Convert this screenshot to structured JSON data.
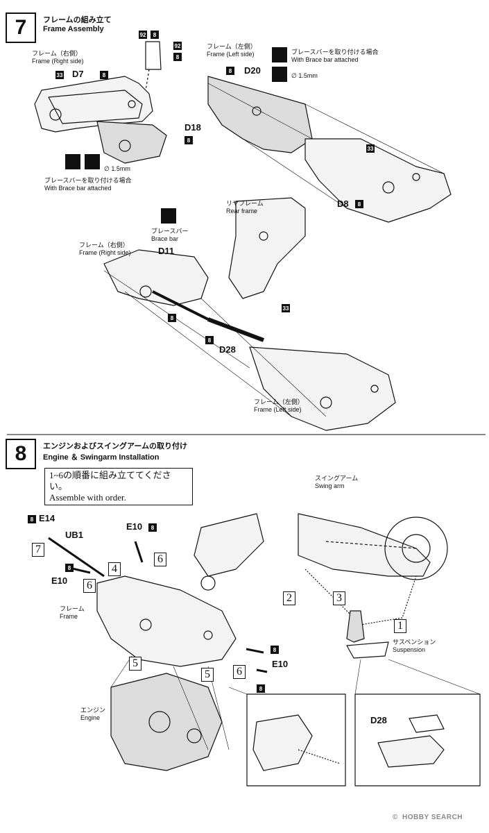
{
  "step7": {
    "number": "7",
    "title_jp": "フレームの組み立て",
    "title_en": "Frame Assembly",
    "frame_right_jp": "フレーム（右側）",
    "frame_right_en": "Frame (Right side)",
    "frame_left_jp": "フレーム（左側）",
    "frame_left_en": "Frame (Left side)",
    "brace_attached_jp": "ブレースバーを取り付ける場合",
    "brace_attached_en": "With Brace bar attached",
    "drill_size": "∅ 1.5mm",
    "rear_frame_jp": "リヤフレーム",
    "rear_frame_en": "Rear frame",
    "brace_bar_jp": "ブレースバー",
    "brace_bar_en": "Brace bar",
    "parts": {
      "d7": "D7",
      "d20": "D20",
      "d18": "D18",
      "d8": "D8",
      "d11": "D11",
      "d28": "D28"
    },
    "tags": {
      "t33": "33",
      "t8": "8",
      "t92": "92"
    }
  },
  "step8": {
    "number": "8",
    "title_jp": "エンジンおよびスイングアームの取り付け",
    "title_en": "Engine ＆ Swingarm Installation",
    "note_jp": "1~6の順番に組み立ててください。",
    "note_en": "Assemble with order.",
    "swingarm_jp": "スイングアーム",
    "swingarm_en": "Swing arm",
    "frame_jp": "フレーム",
    "frame_en": "Frame",
    "suspension_jp": "サスペンション",
    "suspension_en": "Suspension",
    "engine_jp": "エンジン",
    "engine_en": "Engine",
    "parts": {
      "e14": "E14",
      "ub1": "UB1",
      "e10": "E10",
      "d28": "D28"
    },
    "order": [
      "1",
      "2",
      "3",
      "4",
      "5",
      "6",
      "7"
    ],
    "tag8": "8"
  },
  "watermark": "HOBBY SEARCH",
  "copyright": "©"
}
